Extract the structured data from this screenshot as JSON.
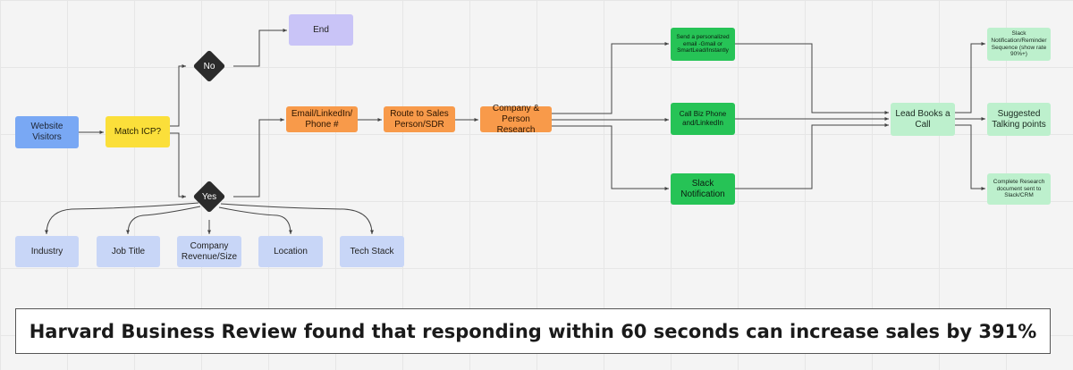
{
  "nodes": {
    "website_visitors": "Website Visitors",
    "match_icp": "Match ICP?",
    "no": "No",
    "end": "End",
    "yes": "Yes",
    "industry": "Industry",
    "job_title": "Job Title",
    "company_revenue": "Company Revenue/Size",
    "location": "Location",
    "tech_stack": "Tech Stack",
    "email_linkedin": "Email/LinkedIn/ Phone #",
    "route_sales": "Route to Sales Person/SDR",
    "company_research": "Company & Person Research",
    "send_email": "Send a personalized email -Gmail or SmartLead/Instantly",
    "call_biz": "Call Biz Phone and/LinkedIn",
    "slack_notification": "Slack Notification",
    "lead_books": "Lead Books a Call",
    "slack_reminder": "Slack Notification/Reminder Sequence (show rate 90%+)",
    "suggested_points": "Suggested Talking points",
    "complete_research": "Complete Research document sent to Slack/CRM"
  },
  "banner": "Harvard Business Review found that responding within 60 seconds can increase sales by 391%",
  "colors": {
    "start": "#79a8f4",
    "decision_question": "#fbdf3a",
    "decision": "#2b2b2b",
    "end": "#c9c4f7",
    "criteria": "#c8d6f7",
    "process": "#f89a4a",
    "action": "#26c356",
    "outcome": "#bdf0cd",
    "connector": "#444444"
  }
}
